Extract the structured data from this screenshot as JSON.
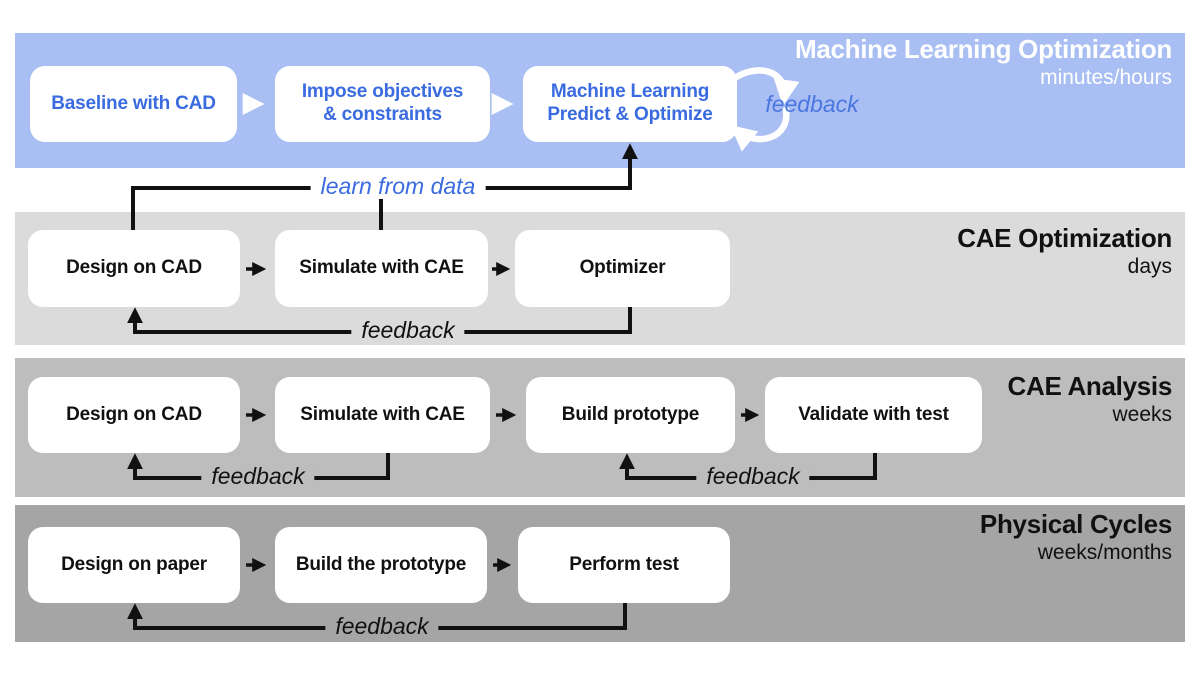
{
  "colors": {
    "ml_band": "#a9bef3",
    "ml_box_text": "#3a6be0",
    "ml_feedback_text": "#4a76e0",
    "cae_opt_band": "#dbdbdb",
    "cae_analysis_band": "#bdbdbd",
    "physical_band": "#a5a5a5",
    "line": "#111111",
    "box_bg": "#ffffff"
  },
  "connectors": {
    "learn_from_data": "learn from data",
    "ml_loop_label": "feedback",
    "cae_opt_feedback": "feedback",
    "cae_analysis_feedback_left": "feedback",
    "cae_analysis_feedback_right": "feedback",
    "physical_feedback": "feedback"
  },
  "bands": [
    {
      "title": "Machine Learning Optimization",
      "subtitle": "minutes/hours",
      "boxes": [
        "Baseline with CAD",
        "Impose objectives\n& constraints",
        "Machine Learning\nPredict & Optimize"
      ]
    },
    {
      "title": "CAE Optimization",
      "subtitle": "days",
      "boxes": [
        "Design on CAD",
        "Simulate with CAE",
        "Optimizer"
      ]
    },
    {
      "title": "CAE Analysis",
      "subtitle": "weeks",
      "boxes": [
        "Design on CAD",
        "Simulate with CAE",
        "Build prototype",
        "Validate with test"
      ]
    },
    {
      "title": "Physical Cycles",
      "subtitle": "weeks/months",
      "boxes": [
        "Design on paper",
        "Build the prototype",
        "Perform test"
      ]
    }
  ]
}
